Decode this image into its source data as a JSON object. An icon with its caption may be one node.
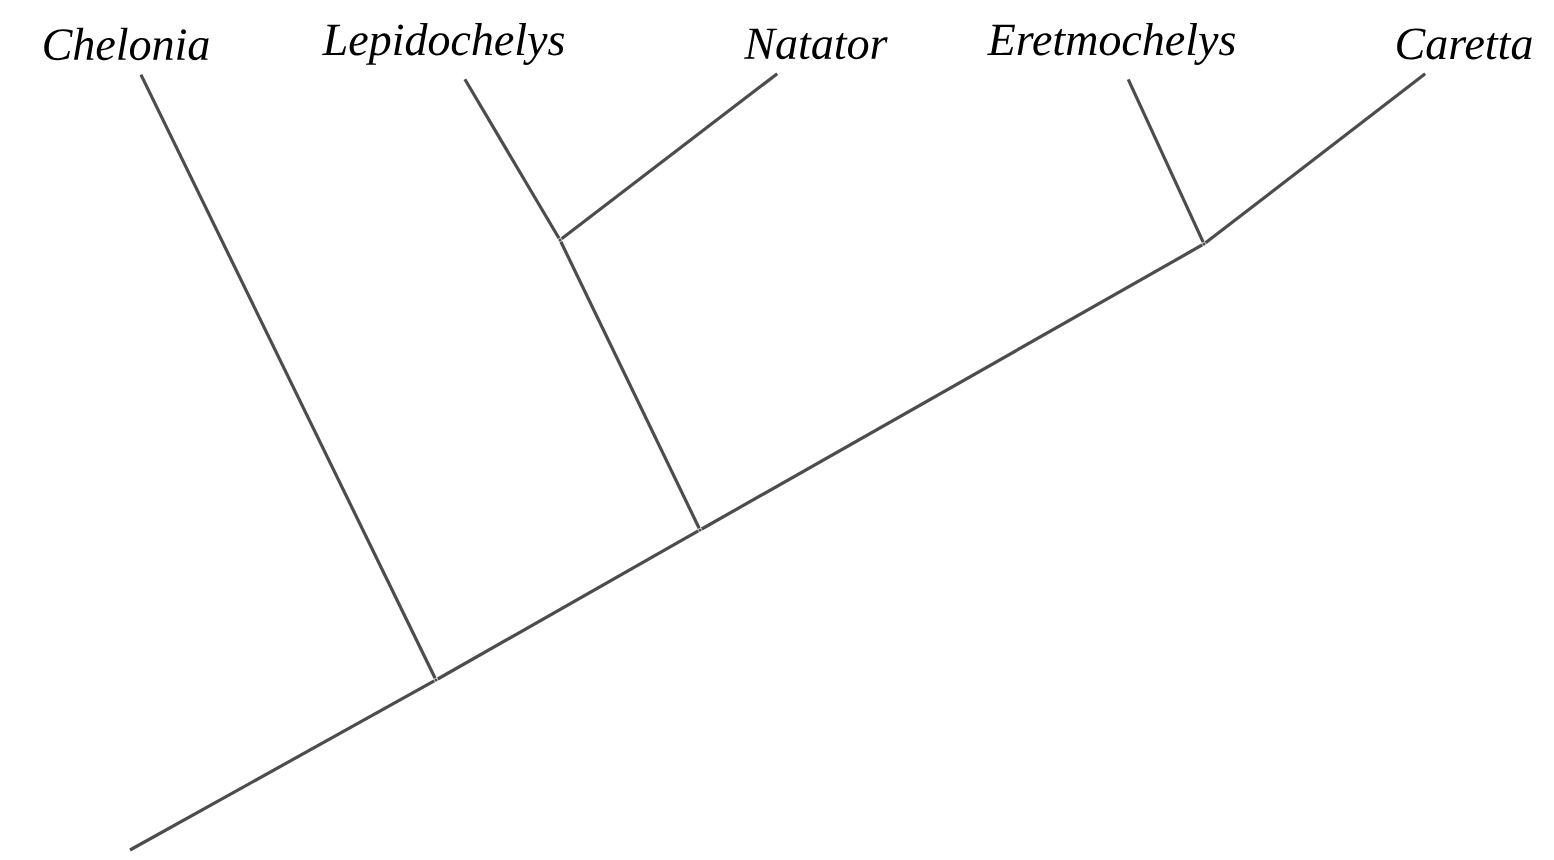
{
  "diagram": {
    "nodes": [
      {
        "text": [
          "*Chelonia*"
        ]
      },
      {
        "text": [
          "*Lepidochelys*"
        ]
      },
      {
        "text": [
          "*Natator*"
        ]
      },
      {
        "text": [
          "*Eretmochelys*"
        ]
      },
      {
        "text": [
          "*Caretta*"
        ]
      },
      {
        "text": [],
        "shape": "point"
      },
      {
        "text": [],
        "shape": "point"
      },
      {
        "text": [],
        "shape": "point"
      },
      {
        "text": [],
        "shape": "point"
      }
    ],
    "edges": [
      {
        "from": null,
        "to": 5,
        "arrow": "none"
      },
      {
        "from": 5,
        "to": 0,
        "arrow": "none"
      },
      {
        "from": 5,
        "to": 6,
        "arrow": "none"
      },
      {
        "from": 6,
        "to": 7,
        "arrow": "none"
      },
      {
        "from": 7,
        "to": 1,
        "arrow": "none"
      },
      {
        "from": 7,
        "to": 2,
        "arrow": "none"
      },
      {
        "from": 6,
        "to": 8,
        "arrow": "none"
      },
      {
        "from": 8,
        "to": 3,
        "arrow": "none"
      },
      {
        "from": 8,
        "to": 4,
        "arrow": "none"
      }
    ]
  }
}
